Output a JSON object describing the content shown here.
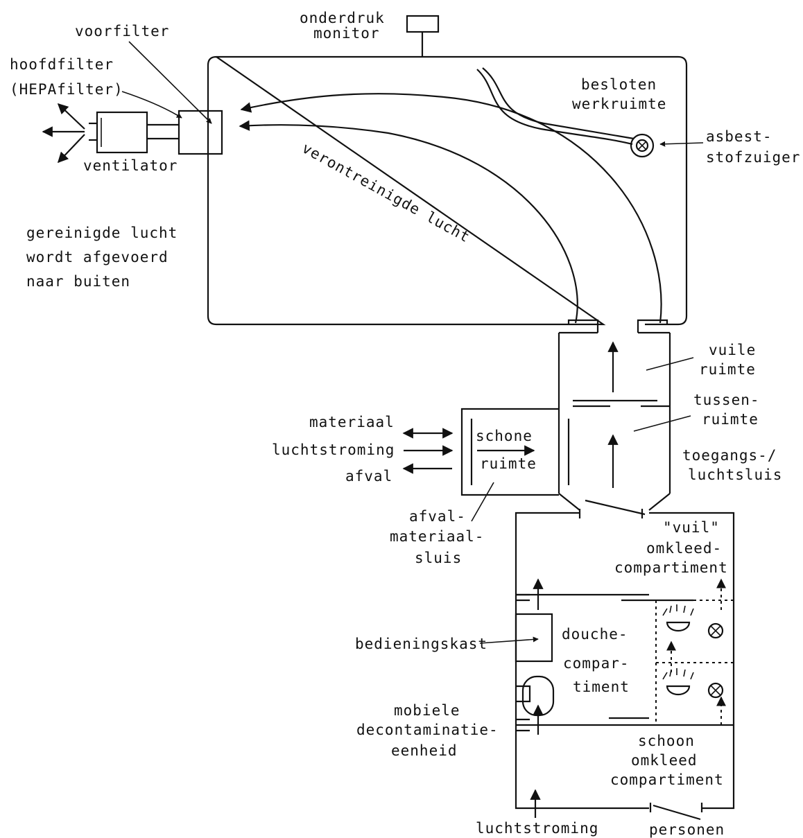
{
  "labels": {
    "onderdruk_monitor": [
      "onderdruk",
      "monitor"
    ],
    "voorfilter": "voorfilter",
    "hoofdfilter": [
      "hoofdfilter",
      "(HEPAfilter)"
    ],
    "ventilator": "ventilator",
    "besloten_werkruimte": [
      "besloten",
      "werkruimte"
    ],
    "asbeststofzuiger": [
      "asbest-",
      "stofzuiger"
    ],
    "verontreinigde_lucht": "verontreinigde lucht",
    "gereinigde_lucht": [
      "gereinigde lucht",
      "wordt afgevoerd",
      "naar buiten"
    ],
    "vuile_ruimte": [
      "vuile",
      "ruimte"
    ],
    "tussenruimte": [
      "tussen-",
      "ruimte"
    ],
    "materiaal": "materiaal",
    "luchtstroming_left": "luchtstroming",
    "afval": "afval",
    "schone_ruimte": [
      "schone",
      "ruimte"
    ],
    "toegangs_luchtsluis": [
      "toegangs-/",
      "luchtsluis"
    ],
    "afval_materiaalsluis": [
      "afval-",
      "materiaal-",
      "sluis"
    ],
    "vuil_omkleed": [
      "\"vuil\"",
      "omkleed-",
      "compartiment"
    ],
    "bedieningskast": "bedieningskast",
    "douche": [
      "douche-",
      "compar-",
      "timent"
    ],
    "mobiele": [
      "mobiele",
      "decontaminatie-",
      "eenheid"
    ],
    "schoon_omkleed": [
      "schoon",
      "omkleed",
      "compartiment"
    ],
    "luchtstroming_bottom": "luchtstroming",
    "personen": "personen"
  },
  "icons": {
    "fan_symbol": "circle-x-icon",
    "shower_head": "shower-head-icon",
    "arrow": "arrow-icon"
  },
  "colors": {
    "ink": "#111111",
    "background": "#ffffff"
  }
}
